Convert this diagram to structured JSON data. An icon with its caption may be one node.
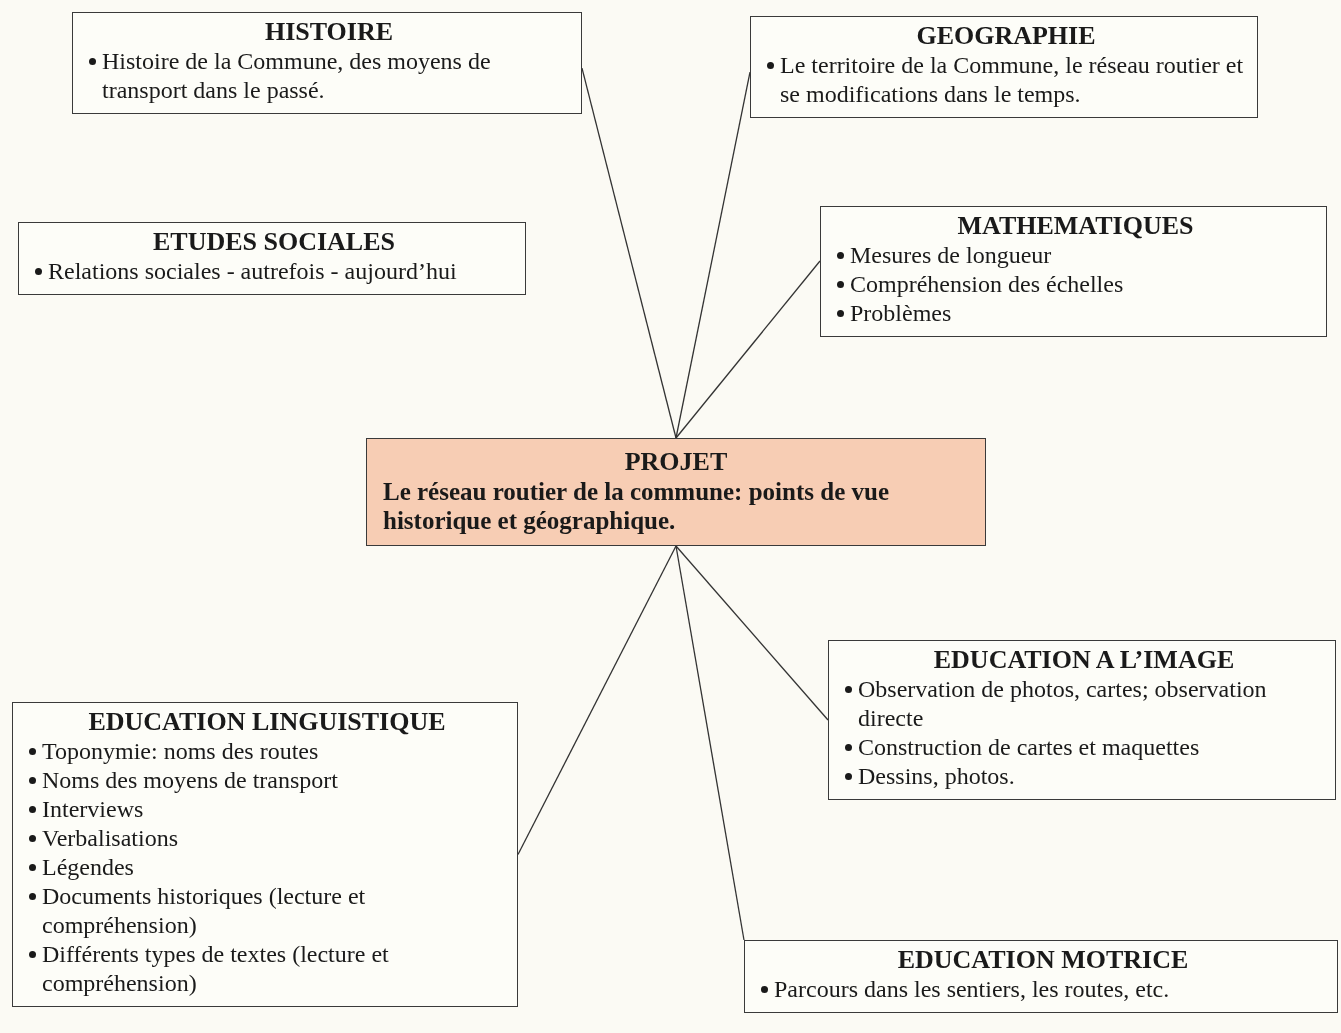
{
  "diagram": {
    "nodes": [
      {
        "text": [
          "HISTOIRE",
          "Histoire de la Commune, des moyens de transport dans le passé."
        ]
      },
      {
        "text": [
          "GEOGRAPHIE",
          "Le territoire de la Commune, le réseau routier et se modifications dans le temps."
        ]
      },
      {
        "text": [
          "ETUDES SOCIALES",
          "Relations sociales - autrefois - aujourd’hui"
        ]
      },
      {
        "text": [
          "MATHEMATIQUES",
          "Mesures de longueur",
          "Compréhension des échelles",
          "Problèmes"
        ]
      },
      {
        "text": [
          "PROJET",
          "Le réseau routier de la commune: points de vue historique et géographique."
        ]
      },
      {
        "text": [
          "EDUCATION A L’IMAGE",
          "Observation de photos, cartes; observation directe",
          "Construction de cartes et maquettes",
          "Dessins, photos."
        ]
      },
      {
        "text": [
          "EDUCATION LINGUISTIQUE",
          "Toponymie: noms des routes",
          "Noms des moyens de transport",
          "Interviews",
          "Verbalisations",
          "Légendes",
          "Documents historiques (lecture et compréhension)",
          "Différents types de textes (lecture et compréhension)"
        ]
      },
      {
        "text": [
          "EDUCATION MOTRICE",
          "Parcours dans les sentiers, les routes, etc."
        ]
      }
    ],
    "edges": [
      {
        "from": 4,
        "to": 0,
        "arrow": "none"
      },
      {
        "from": 4,
        "to": 1,
        "arrow": "none"
      },
      {
        "from": 4,
        "to": 3,
        "arrow": "none"
      },
      {
        "from": 4,
        "to": 6,
        "arrow": "none"
      },
      {
        "from": 4,
        "to": 5,
        "arrow": "none"
      },
      {
        "from": 4,
        "to": 7,
        "arrow": "none"
      }
    ]
  }
}
